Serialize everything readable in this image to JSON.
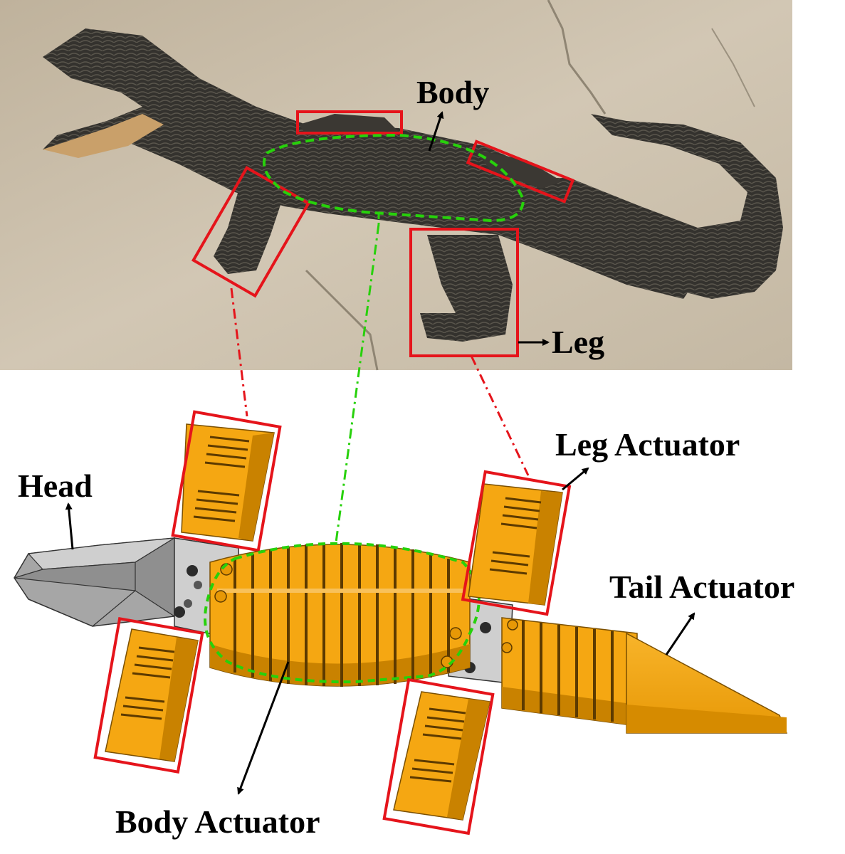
{
  "labels": {
    "body": "Body",
    "leg": "Leg",
    "head": "Head",
    "leg_actuator": "Leg Actuator",
    "tail_actuator": "Tail Actuator",
    "body_actuator": "Body Actuator"
  },
  "colors": {
    "highlight_box": "#e5141b",
    "body_region": "#27d10b",
    "actuator": "#f5a712",
    "actuator_dark": "#c98200",
    "head": "#a9a9a9",
    "plate": "#cfcfcf",
    "ground": "#c8bca8",
    "crocodile": "#2f2e2b"
  },
  "icons": {
    "photo": "crocodile-photo",
    "model": "soft-robot-model"
  }
}
